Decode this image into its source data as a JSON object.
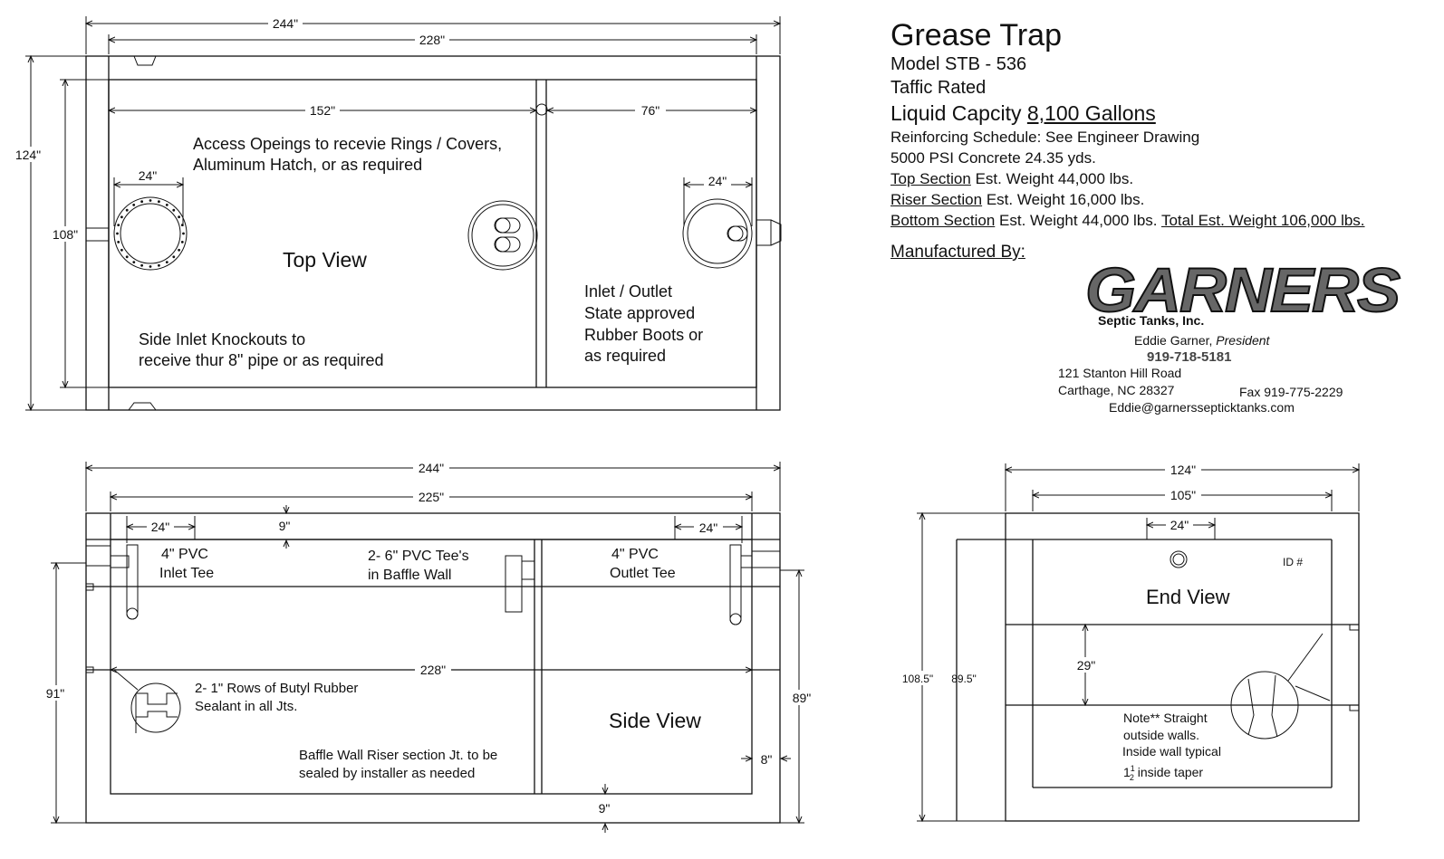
{
  "title": {
    "name": "Grease Trap",
    "model": "Model  STB - 536",
    "traffic": "Taffic Rated",
    "capacity_label": "Liquid Capcity ",
    "capacity_value": "8,100 Gallons",
    "reinforcing": "Reinforcing Schedule: See Engineer Drawing",
    "concrete": "5000 PSI Concrete  24.35 yds.",
    "top_section_label": "Top Section",
    "top_section_weight": " Est. Weight 44,000 lbs.",
    "riser_section_label": "Riser Section",
    "riser_section_weight": " Est. Weight 16,000 lbs.",
    "bottom_section_label": "Bottom Section",
    "bottom_section_weight": " Est. Weight 44,000 lbs. ",
    "total_weight": "Total Est. Weight 106,000 lbs.",
    "manufactured_by": "Manufactured By:"
  },
  "company": {
    "brand": "GARNERS",
    "subtitle": "Septic Tanks, Inc.",
    "president_name": "Eddie Garner, ",
    "president_title": "President",
    "phone": "919-718-5181",
    "address1": "121 Stanton Hill Road",
    "address2": "Carthage, NC 28327",
    "fax": "Fax 919-775-2229",
    "email": "Eddie@garnerssepticktanks.com"
  },
  "top_view": {
    "label": "Top View",
    "dim_overall_length": "244\"",
    "dim_inner_length": "228\"",
    "dim_overall_width": "124\"",
    "dim_inner_width": "108\"",
    "dim_left_chamber": "152\"",
    "dim_right_chamber": "76\"",
    "dim_opening_left": "24\"",
    "dim_opening_right": "24\"",
    "note_access_1": "Access Opeings to recevie Rings / Covers,",
    "note_access_2": "Aluminum Hatch, or as required",
    "note_side_1": "Side Inlet Knockouts to",
    "note_side_2": "receive thur 8\" pipe or as required",
    "note_inlet_1": "Inlet / Outlet",
    "note_inlet_2": "State approved",
    "note_inlet_3": "Rubber Boots or",
    "note_inlet_4": "as required"
  },
  "side_view": {
    "label": "Side View",
    "dim_overall_length": "244\"",
    "dim_inner_top": "225\"",
    "dim_inlet_tee": "24\"",
    "dim_outlet_tee": "24\"",
    "dim_top_thickness": "9\"",
    "dim_inner_bottom": "228\"",
    "dim_left_height": "91\"",
    "dim_right_height": "89\"",
    "dim_wall": "8\"",
    "dim_bottom_thickness": "9\"",
    "inlet_tee_1": "4\" PVC",
    "inlet_tee_2": "Inlet Tee",
    "baffle_tee_1": "2- 6\" PVC Tee's",
    "baffle_tee_2": "in Baffle Wall",
    "outlet_tee_1": "4\" PVC",
    "outlet_tee_2": "Outlet Tee",
    "butyl_1": "2- 1\"  Rows of Butyl Rubber",
    "butyl_2": "Sealant in all Jts.",
    "baffle_riser_1": "Baffle Wall Riser section Jt. to be",
    "baffle_riser_2": "sealed by installer as needed"
  },
  "end_view": {
    "label": "End View",
    "dim_overall_width": "124\"",
    "dim_inner_width": "105\"",
    "dim_opening": "24\"",
    "dim_outer_height": "108.5\"",
    "dim_inner_height": "89.5\"",
    "dim_riser": "29\"",
    "id_label": "ID #",
    "note_1": "Note** Straight",
    "note_2": "outside walls.",
    "note_3": "Inside wall typical",
    "note_4_prefix": "1",
    "note_4_num": "1",
    "note_4_den": "2",
    "note_4_suffix": " inside taper"
  }
}
